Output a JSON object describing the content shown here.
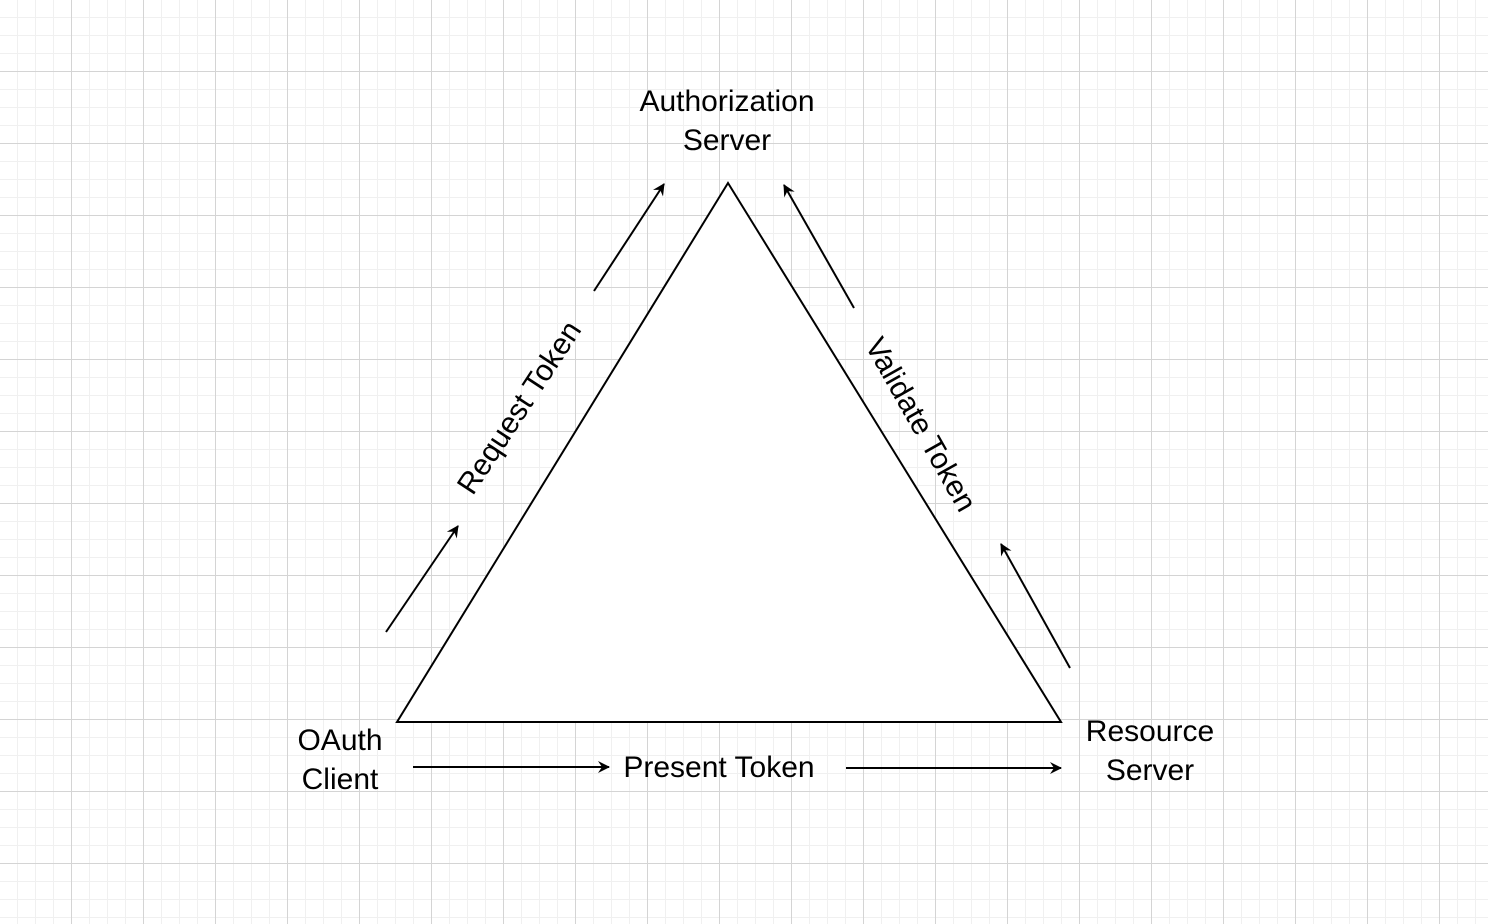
{
  "nodes": {
    "authorization_server": {
      "line1": "Authorization",
      "line2": "Server"
    },
    "oauth_client": {
      "line1": "OAuth",
      "line2": "Client"
    },
    "resource_server": {
      "line1": "Resource",
      "line2": "Server"
    }
  },
  "edges": {
    "request_token": "Request Token",
    "validate_token": "Validate Token",
    "present_token": "Present Token"
  },
  "colors": {
    "stroke": "#000000",
    "triangle_fill": "#ffffff"
  }
}
